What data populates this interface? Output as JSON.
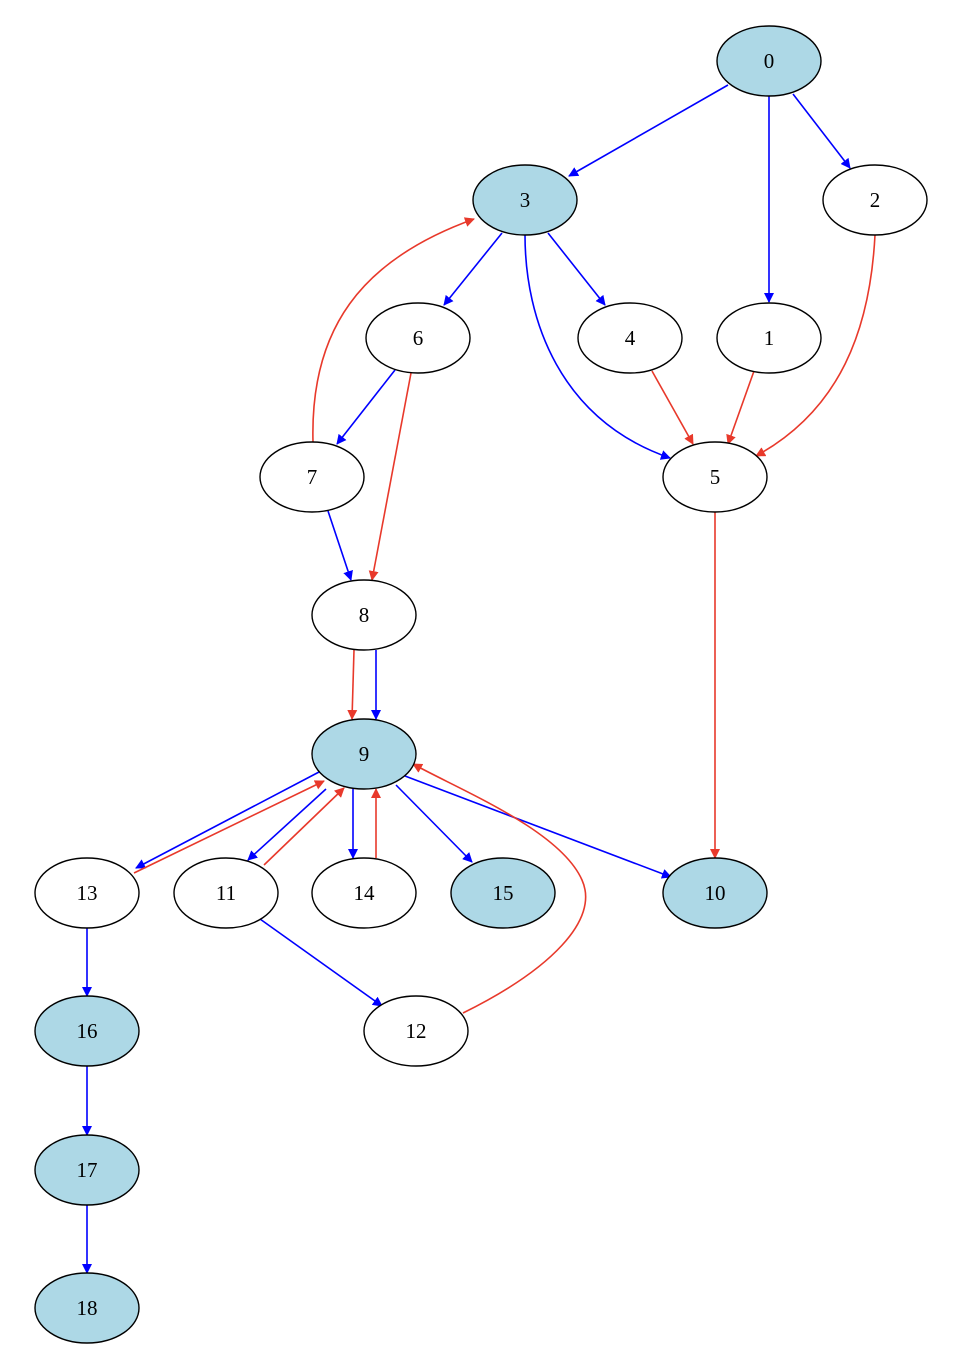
{
  "colors": {
    "highlight_fill": "#add8e6",
    "default_fill": "#ffffff",
    "blue_edge": "#0000ff",
    "red_edge": "#e8392b"
  },
  "nodes": [
    {
      "id": "0",
      "label": "0",
      "highlighted": true
    },
    {
      "id": "1",
      "label": "1",
      "highlighted": false
    },
    {
      "id": "2",
      "label": "2",
      "highlighted": false
    },
    {
      "id": "3",
      "label": "3",
      "highlighted": true
    },
    {
      "id": "4",
      "label": "4",
      "highlighted": false
    },
    {
      "id": "5",
      "label": "5",
      "highlighted": false
    },
    {
      "id": "6",
      "label": "6",
      "highlighted": false
    },
    {
      "id": "7",
      "label": "7",
      "highlighted": false
    },
    {
      "id": "8",
      "label": "8",
      "highlighted": false
    },
    {
      "id": "9",
      "label": "9",
      "highlighted": true
    },
    {
      "id": "10",
      "label": "10",
      "highlighted": true
    },
    {
      "id": "11",
      "label": "11",
      "highlighted": false
    },
    {
      "id": "12",
      "label": "12",
      "highlighted": false
    },
    {
      "id": "13",
      "label": "13",
      "highlighted": false
    },
    {
      "id": "14",
      "label": "14",
      "highlighted": false
    },
    {
      "id": "15",
      "label": "15",
      "highlighted": true
    },
    {
      "id": "16",
      "label": "16",
      "highlighted": true
    },
    {
      "id": "17",
      "label": "17",
      "highlighted": true
    },
    {
      "id": "18",
      "label": "18",
      "highlighted": true
    }
  ],
  "edges": [
    {
      "from": "0",
      "to": "3",
      "color": "blue"
    },
    {
      "from": "0",
      "to": "1",
      "color": "blue"
    },
    {
      "from": "0",
      "to": "2",
      "color": "blue"
    },
    {
      "from": "3",
      "to": "6",
      "color": "blue"
    },
    {
      "from": "3",
      "to": "4",
      "color": "blue"
    },
    {
      "from": "3",
      "to": "5",
      "color": "blue"
    },
    {
      "from": "2",
      "to": "5",
      "color": "red"
    },
    {
      "from": "4",
      "to": "5",
      "color": "red"
    },
    {
      "from": "1",
      "to": "5",
      "color": "red"
    },
    {
      "from": "7",
      "to": "3",
      "color": "red"
    },
    {
      "from": "6",
      "to": "7",
      "color": "blue"
    },
    {
      "from": "6",
      "to": "8",
      "color": "red"
    },
    {
      "from": "7",
      "to": "8",
      "color": "blue"
    },
    {
      "from": "5",
      "to": "10",
      "color": "red"
    },
    {
      "from": "8",
      "to": "9",
      "color": "red"
    },
    {
      "from": "8",
      "to": "9",
      "color": "blue"
    },
    {
      "from": "9",
      "to": "13",
      "color": "blue"
    },
    {
      "from": "13",
      "to": "9",
      "color": "red"
    },
    {
      "from": "9",
      "to": "11",
      "color": "blue"
    },
    {
      "from": "11",
      "to": "9",
      "color": "red"
    },
    {
      "from": "9",
      "to": "14",
      "color": "blue"
    },
    {
      "from": "14",
      "to": "9",
      "color": "red"
    },
    {
      "from": "9",
      "to": "15",
      "color": "blue"
    },
    {
      "from": "9",
      "to": "10",
      "color": "blue"
    },
    {
      "from": "12",
      "to": "9",
      "color": "red"
    },
    {
      "from": "11",
      "to": "12",
      "color": "blue"
    },
    {
      "from": "13",
      "to": "16",
      "color": "blue"
    },
    {
      "from": "16",
      "to": "17",
      "color": "blue"
    },
    {
      "from": "17",
      "to": "18",
      "color": "blue"
    }
  ]
}
